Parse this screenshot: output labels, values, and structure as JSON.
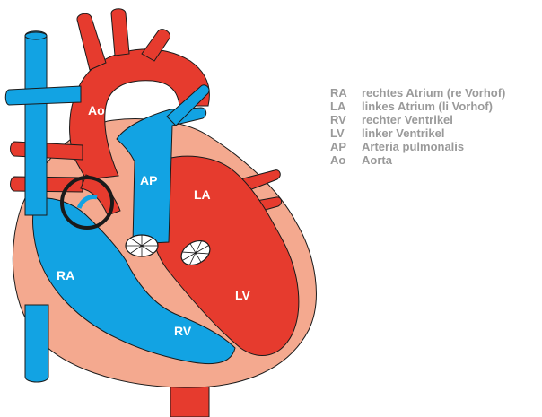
{
  "colors": {
    "blue": "#12a3e3",
    "red": "#e63b2e",
    "pink": "#f4a98f",
    "outline": "#1a1a1a",
    "legend_text": "#9a9a9a"
  },
  "labels": {
    "ra": "RA",
    "la": "LA",
    "rv": "RV",
    "lv": "LV",
    "ap": "AP",
    "ao": "Ao"
  },
  "legend": [
    {
      "abbr": "RA",
      "text": "rechtes Atrium (re Vorhof)"
    },
    {
      "abbr": "LA",
      "text": "linkes Atrium (li Vorhof)"
    },
    {
      "abbr": "RV",
      "text": "rechter Ventrikel"
    },
    {
      "abbr": "LV",
      "text": "linker Ventrikel"
    },
    {
      "abbr": "AP",
      "text": "Arteria pulmonalis"
    },
    {
      "abbr": "Ao",
      "text": "Aorta"
    }
  ]
}
